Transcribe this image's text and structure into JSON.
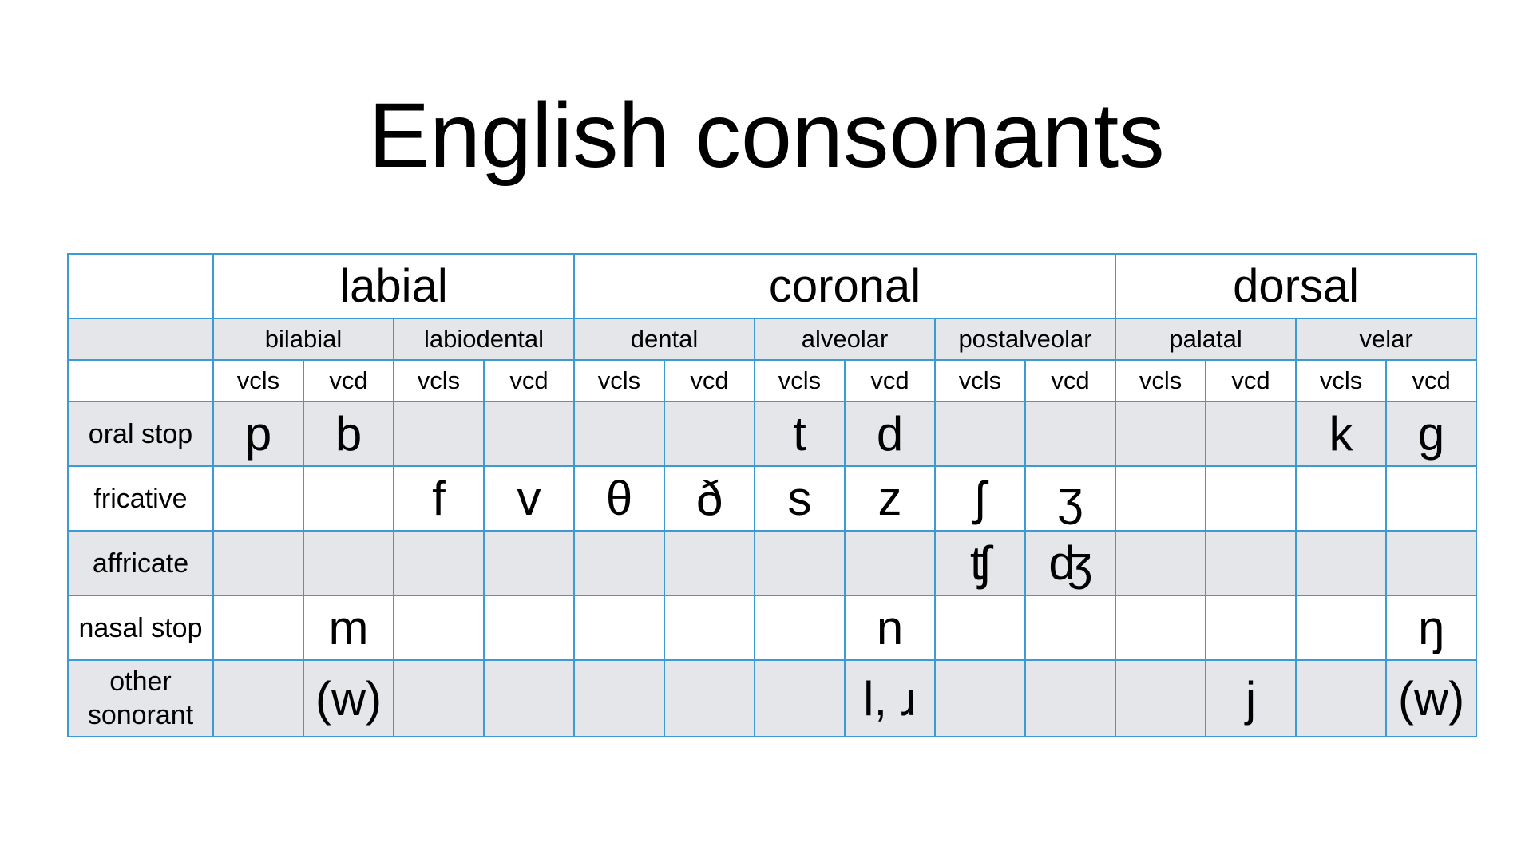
{
  "title": "English consonants",
  "places": [
    {
      "label": "labial",
      "span": 4
    },
    {
      "label": "coronal",
      "span": 6
    },
    {
      "label": "dorsal",
      "span": 4
    }
  ],
  "subplaces": [
    {
      "label": "bilabial",
      "span": 2
    },
    {
      "label": "labiodental",
      "span": 2
    },
    {
      "label": "dental",
      "span": 2
    },
    {
      "label": "alveolar",
      "span": 2
    },
    {
      "label": "postalveolar",
      "span": 2
    },
    {
      "label": "palatal",
      "span": 2
    },
    {
      "label": "velar",
      "span": 2
    }
  ],
  "voicing": [
    "vcls",
    "vcd",
    "vcls",
    "vcd",
    "vcls",
    "vcd",
    "vcls",
    "vcd",
    "vcls",
    "vcd",
    "vcls",
    "vcd",
    "vcls",
    "vcd"
  ],
  "rows": [
    {
      "label": "oral stop",
      "cells": [
        "p",
        "b",
        "",
        "",
        "",
        "",
        "t",
        "d",
        "",
        "",
        "",
        "",
        "k",
        "g"
      ]
    },
    {
      "label": "fricative",
      "cells": [
        "",
        "",
        "f",
        "v",
        "θ",
        "ð",
        "s",
        "z",
        "ʃ",
        "ʒ",
        "",
        "",
        "",
        ""
      ]
    },
    {
      "label": "affricate",
      "cells": [
        "",
        "",
        "",
        "",
        "",
        "",
        "",
        "",
        "ʧ",
        "ʤ",
        "",
        "",
        "",
        ""
      ]
    },
    {
      "label": "nasal stop",
      "cells": [
        "",
        "m",
        "",
        "",
        "",
        "",
        "",
        "n",
        "",
        "",
        "",
        "",
        "",
        "ŋ"
      ]
    },
    {
      "label": "other sonorant",
      "cells": [
        "",
        "(w)",
        "",
        "",
        "",
        "",
        "",
        "l, ɹ",
        "",
        "",
        "",
        "j",
        "",
        "(w)"
      ]
    }
  ],
  "colors": {
    "grid_line": "#3d9bd1",
    "shaded_row": "#e5e6e9"
  }
}
